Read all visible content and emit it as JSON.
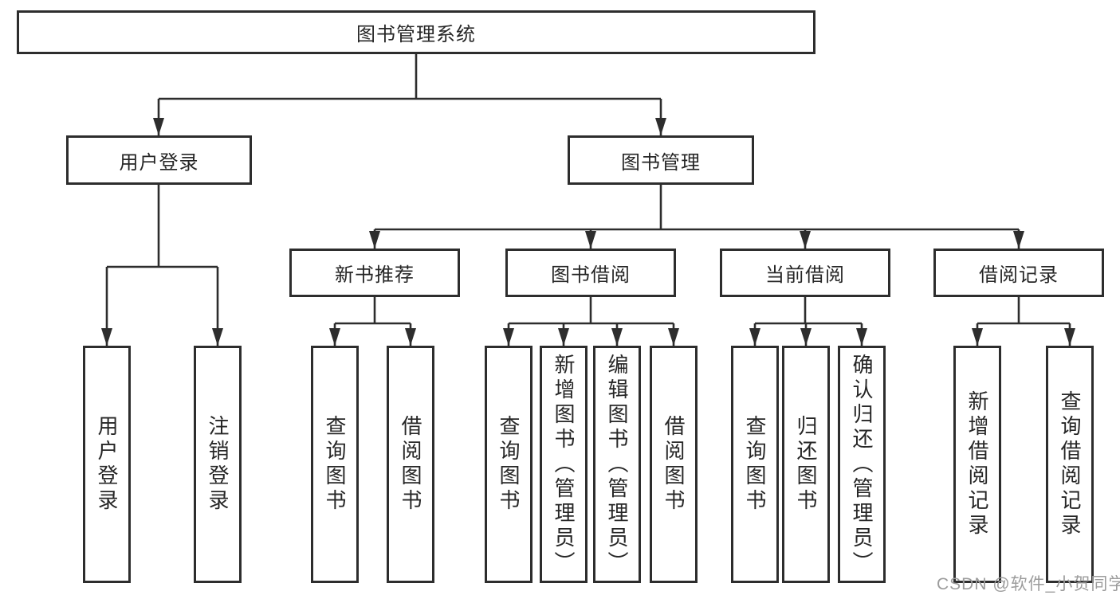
{
  "diagram_title": "图书管理系统",
  "nodes": {
    "root": "图书管理系统",
    "user_login": "用户登录",
    "book_mgmt": "图书管理",
    "new_book": "新书推荐",
    "book_borrow": "图书借阅",
    "current_borrow": "当前借阅",
    "borrow_record": "借阅记录",
    "leaf_user_login": "用户登录",
    "leaf_logout": "注销登录",
    "leaf_nb_query": "查询图书",
    "leaf_nb_borrow": "借阅图书",
    "leaf_bb_query": "查询图书",
    "leaf_bb_add": "新增图书（管理员）",
    "leaf_bb_edit": "编辑图书（管理员）",
    "leaf_bb_borrow": "借阅图书",
    "leaf_cb_query": "查询图书",
    "leaf_cb_return": "归还图书",
    "leaf_cb_confirm": "确认归还（管理员）",
    "leaf_br_add": "新增借阅记录",
    "leaf_br_query": "查询借阅记录"
  },
  "styles": {
    "line_color": "#2d2d2d",
    "box_border_color": "#2d2d2d",
    "text_color": "#262626",
    "background_color": "#ffffff",
    "watermark_color": "#9c9c9c"
  },
  "watermark": {
    "text": "CSDN @软件_小贺同学"
  }
}
